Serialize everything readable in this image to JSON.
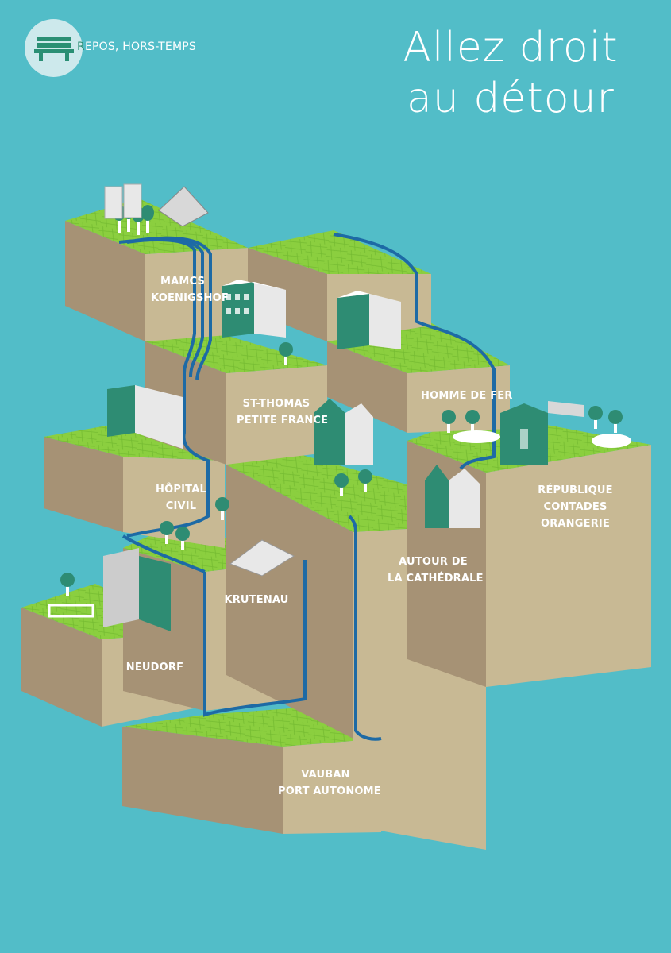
{
  "badge": {
    "first_letter": "R",
    "rest": "EPOS, HORS-TEMPS",
    "icon": "bench-icon"
  },
  "title": {
    "line1": "Allez droit",
    "line2": "au détour"
  },
  "districts": [
    {
      "id": "mamcs",
      "lines": [
        "MAMCS",
        "KOENIGSHOF"
      ]
    },
    {
      "id": "st-thomas",
      "lines": [
        "ST-THOMAS",
        "PETITE FRANCE"
      ]
    },
    {
      "id": "homme-de-fer",
      "lines": [
        "HOMME DE FER"
      ]
    },
    {
      "id": "hopital-civil",
      "lines": [
        "HÔPITAL",
        "CIVIL"
      ]
    },
    {
      "id": "republique",
      "lines": [
        "RÉPUBLIQUE",
        "CONTADES",
        "ORANGERIE"
      ]
    },
    {
      "id": "cathedrale",
      "lines": [
        "AUTOUR DE",
        "LA CATHÉDRALE"
      ]
    },
    {
      "id": "krutenau",
      "lines": [
        "KRUTENAU"
      ]
    },
    {
      "id": "neudorf",
      "lines": [
        "NEUDORF"
      ]
    },
    {
      "id": "vauban",
      "lines": [
        "VAUBAN",
        "PORT AUTONOME"
      ]
    }
  ],
  "colors": {
    "background": "#52bdc8",
    "grass": "#8bcf3f",
    "soil_front": "#c8b994",
    "soil_side": "#a69275",
    "water": "#1d6aa5",
    "building": "#2e8c73",
    "badge": "#cde9ec"
  }
}
